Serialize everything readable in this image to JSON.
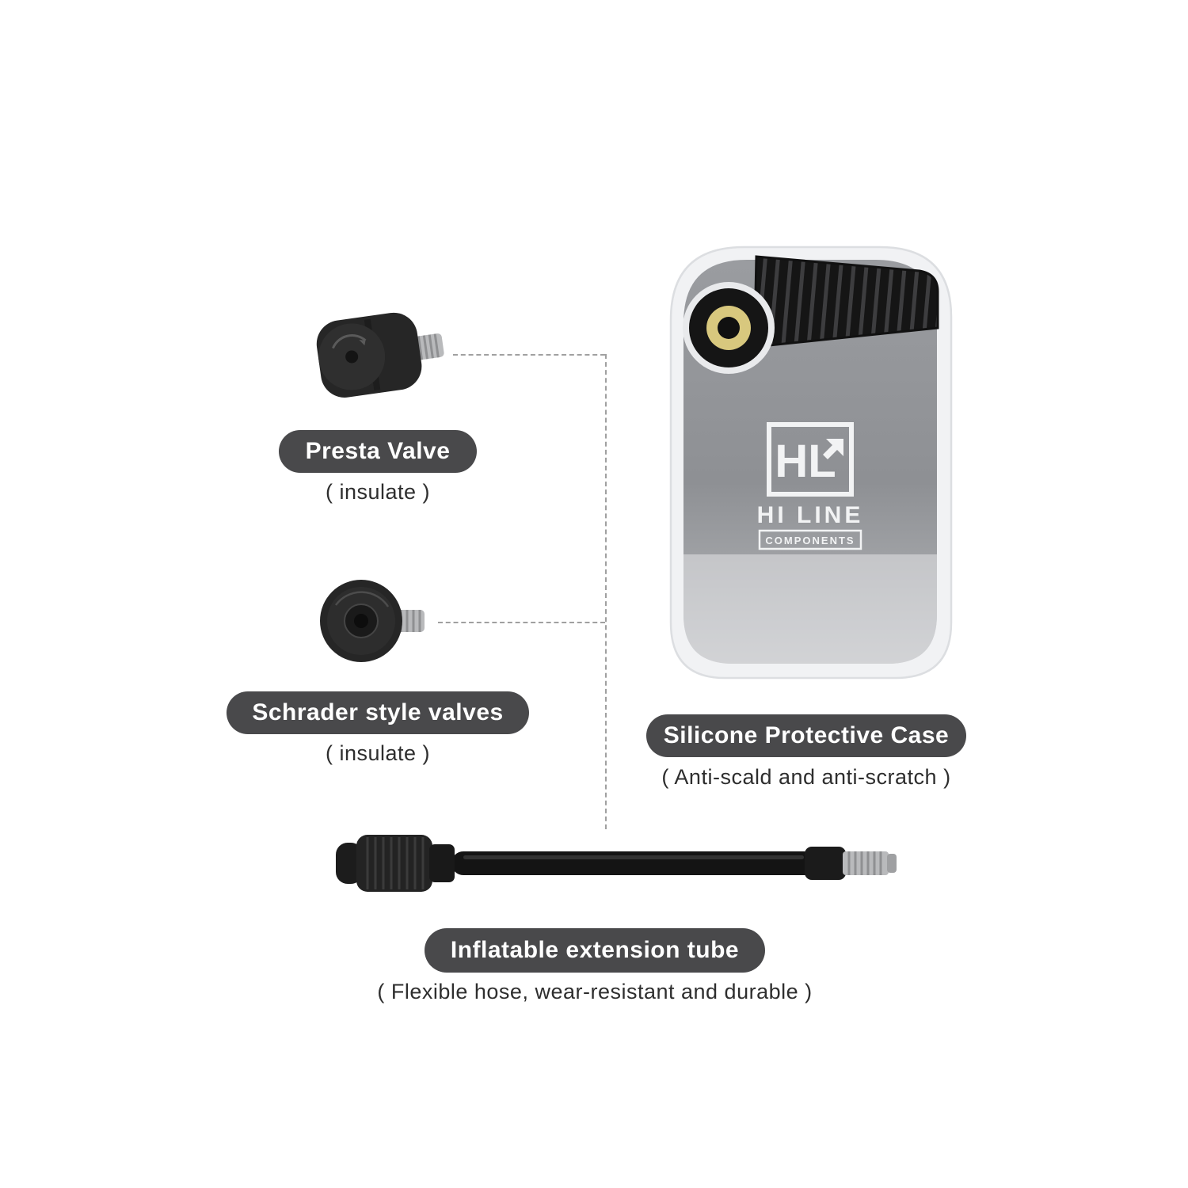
{
  "labels": {
    "presta": {
      "title": "Presta  Valve",
      "subtitle": "( insulate )"
    },
    "schrader": {
      "title": "Schrader style valves",
      "subtitle": "( insulate )"
    },
    "silicone_case": {
      "title": "Silicone Protective Case",
      "subtitle": "( Anti-scald and anti-scratch )"
    },
    "tube": {
      "title": "Inflatable extension tube",
      "subtitle": "( Flexible hose, wear-resistant and durable )"
    }
  },
  "device_logo": {
    "monogram": "HL",
    "line1": "HI LINE",
    "line2": "COMPONENTS"
  },
  "colors": {
    "pill_bg": "#49494b",
    "pill_text": "#ffffff",
    "subtitle_text": "#2e2e2e",
    "dash_line": "#a0a0a0",
    "nozzle_gold": "#d8c87e",
    "device_body": "#909296",
    "case_white": "#f1f2f4",
    "part_black": "#1c1c1c",
    "metal_silver": "#b9babc"
  }
}
